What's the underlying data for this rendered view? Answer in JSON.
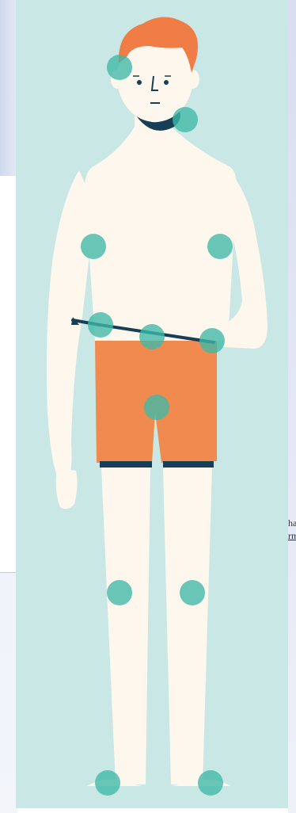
{
  "figure": {
    "description_label": "",
    "marker_color": "#3fb8a8",
    "skin_color": "#fdf7ee",
    "hair_color": "#f07c46",
    "shorts_color": "#f08a4e",
    "background_color": "#c9e7e4",
    "tape_color": "#163f57"
  },
  "background_text": {
    "line1": "hai",
    "line2": "rm"
  },
  "markers": [
    {
      "name": "marker-temple"
    },
    {
      "name": "marker-jaw"
    },
    {
      "name": "marker-chest-right"
    },
    {
      "name": "marker-chest-left"
    },
    {
      "name": "marker-waist-right"
    },
    {
      "name": "marker-waist-center"
    },
    {
      "name": "marker-waist-left"
    },
    {
      "name": "marker-crotch"
    },
    {
      "name": "marker-knee-right"
    },
    {
      "name": "marker-knee-left"
    },
    {
      "name": "marker-ankle-right"
    },
    {
      "name": "marker-ankle-left"
    }
  ]
}
